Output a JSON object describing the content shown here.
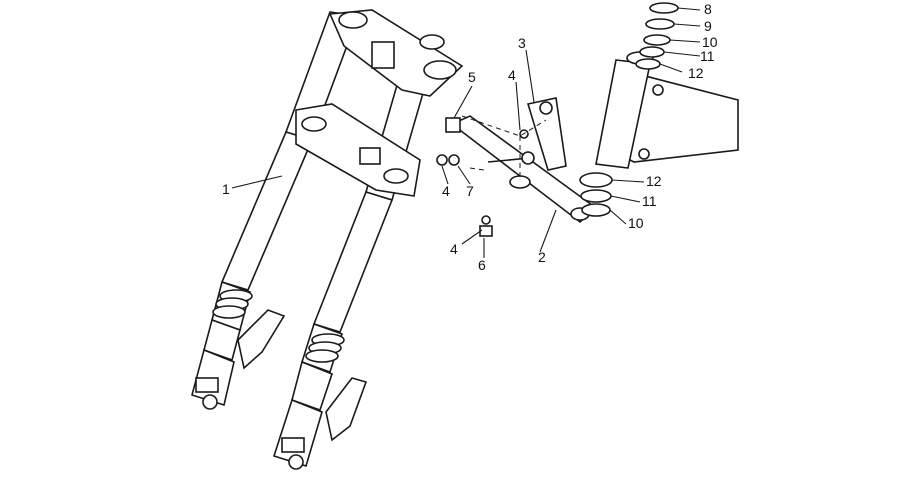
{
  "callouts": {
    "c1": "1",
    "c2": "2",
    "c3": "3",
    "c4a": "4",
    "c4b": "4",
    "c4c": "4",
    "c5": "5",
    "c6": "6",
    "c7": "7",
    "c8": "8",
    "c9": "9",
    "c10a": "10",
    "c10b": "10",
    "c11a": "11",
    "c11b": "11",
    "c12a": "12",
    "c12b": "12"
  }
}
